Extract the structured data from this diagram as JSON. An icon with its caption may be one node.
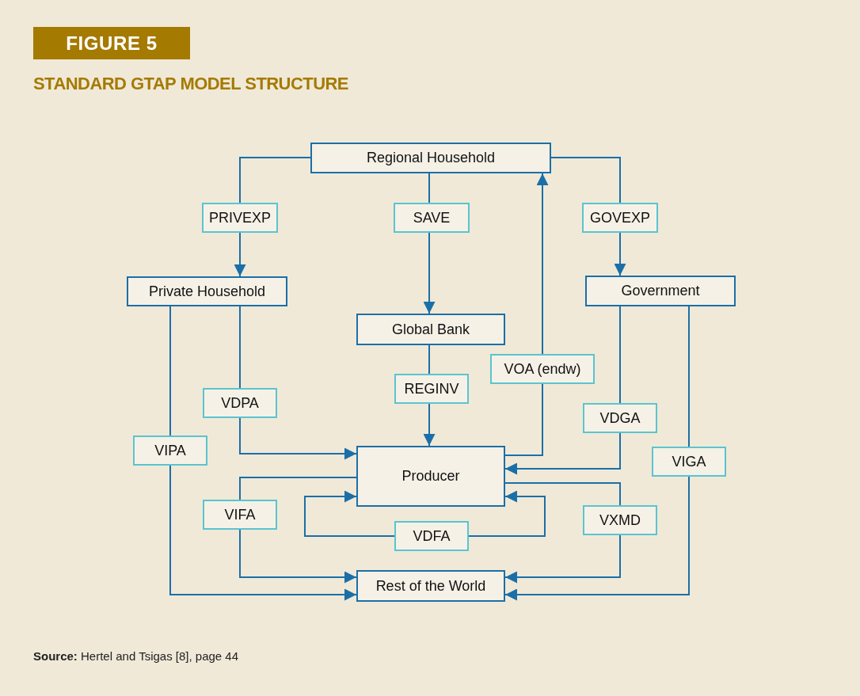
{
  "diagram": {
    "title": "STANDARD GTAP MODEL STRUCTURE",
    "caption": "**Source:** Hertel and Tsigas [8], page 44",
    "nodes": [
      {
        "text": [
          "Regional Household"
        ]
      },
      {
        "text": [
          "Private Household"
        ]
      },
      {
        "text": [
          "Global Bank"
        ]
      },
      {
        "text": [
          "Government"
        ]
      },
      {
        "text": [
          "Producer"
        ]
      },
      {
        "text": [
          "Rest of the World"
        ]
      }
    ],
    "edges": [
      {
        "from": 0,
        "to": 1,
        "arrow": "to",
        "label": "PRIVEXP"
      },
      {
        "from": 0,
        "to": 2,
        "arrow": "to",
        "label": "SAVE"
      },
      {
        "from": 0,
        "to": 3,
        "arrow": "to",
        "label": "GOVEXP"
      },
      {
        "from": 2,
        "to": 4,
        "arrow": "to",
        "label": "REGINV"
      },
      {
        "from": 4,
        "to": 0,
        "arrow": "to",
        "label": "VOA (endw)"
      },
      {
        "from": 1,
        "to": 4,
        "arrow": "to",
        "label": "VDPA"
      },
      {
        "from": 1,
        "to": 5,
        "arrow": "to",
        "label": "VIPA"
      },
      {
        "from": 3,
        "to": 4,
        "arrow": "to",
        "label": "VDGA"
      },
      {
        "from": 3,
        "to": 5,
        "arrow": "to",
        "label": "VIGA"
      },
      {
        "from": 4,
        "to": 5,
        "arrow": "to",
        "label": "VIFA"
      },
      {
        "from": 4,
        "to": 4,
        "arrow": "both",
        "label": "VDFA"
      },
      {
        "from": 4,
        "to": 5,
        "arrow": "to",
        "label": "VXMD"
      }
    ],
    "labels": [
      "FIGURE 5"
    ]
  }
}
